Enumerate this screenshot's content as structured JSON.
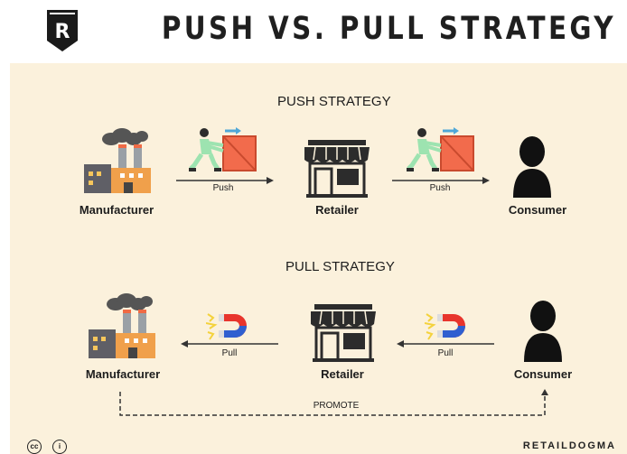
{
  "header": {
    "title": "PUSH VS. PULL STRATEGY",
    "logo_letter": "R",
    "logo_text": "RETAILDOGMA"
  },
  "push": {
    "title": "PUSH STRATEGY",
    "nodes": [
      "Manufacturer",
      "Retailer",
      "Consumer"
    ],
    "arrows": [
      "Push",
      "Push"
    ]
  },
  "pull": {
    "title": "PULL STRATEGY",
    "nodes": [
      "Manufacturer",
      "Retailer",
      "Consumer"
    ],
    "arrows": [
      "Pull",
      "Pull"
    ],
    "promote": "PROMOTE"
  },
  "footer": {
    "brand": "RETAILDOGMA",
    "cc": "cc",
    "by": "i"
  },
  "colors": {
    "panel": "#fbf1dc",
    "factory_orange": "#f0a04b",
    "factory_grey": "#5f5f66",
    "crate": "#f26b4c",
    "mover": "#9de3b0",
    "magnet_red": "#e8352c",
    "magnet_blue": "#2f5fd0",
    "spark": "#f4d23c"
  },
  "icons": [
    "factory-icon",
    "shop-icon",
    "person-icon",
    "mover-crate-icon",
    "magnet-icon"
  ]
}
